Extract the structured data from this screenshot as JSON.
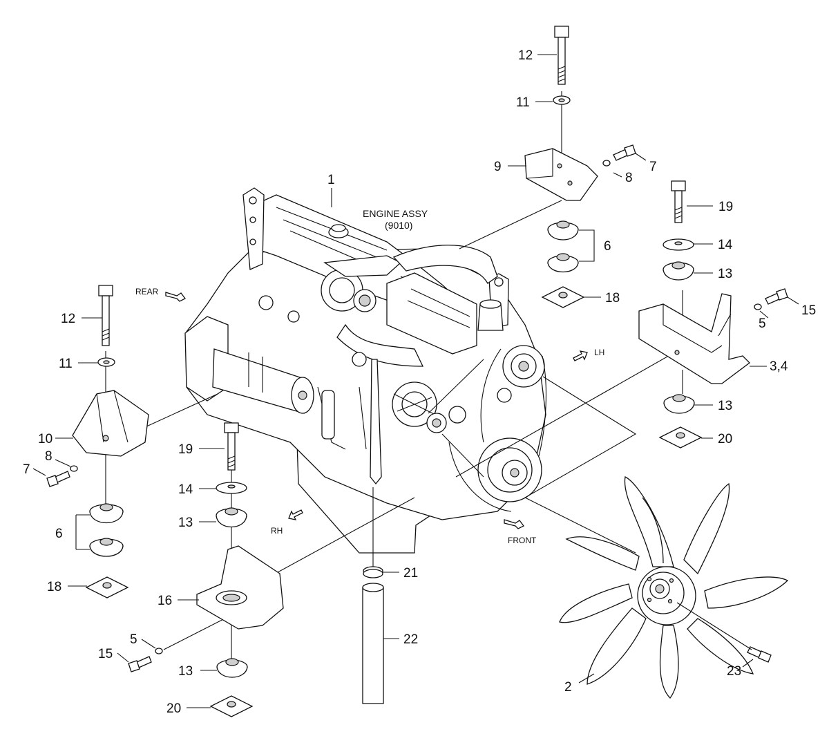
{
  "title": {
    "line1": "ENGINE ASSY",
    "line2": "(9010)"
  },
  "directions": {
    "rear": "REAR",
    "front": "FRONT",
    "lh": "LH",
    "rh": "RH"
  },
  "callouts": {
    "c1": "1",
    "c2": "2",
    "c3_4": "3,4",
    "c5_right": "5",
    "c5_left": "5",
    "c6_left": "6",
    "c6_top": "6",
    "c7_left": "7",
    "c7_top": "7",
    "c8_left": "8",
    "c8_top": "8",
    "c9": "9",
    "c10": "10",
    "c11_left": "11",
    "c11_top": "11",
    "c12_left": "12",
    "c12_top": "12",
    "c13_right_a": "13",
    "c13_right_b": "13",
    "c13_front_a": "13",
    "c13_front_b": "13",
    "c14_right": "14",
    "c14_front": "14",
    "c15_right": "15",
    "c15_left": "15",
    "c16": "16",
    "c18_left": "18",
    "c18_top": "18",
    "c19_right": "19",
    "c19_front": "19",
    "c20_right": "20",
    "c20_front": "20",
    "c21": "21",
    "c22": "22",
    "c23": "23"
  }
}
